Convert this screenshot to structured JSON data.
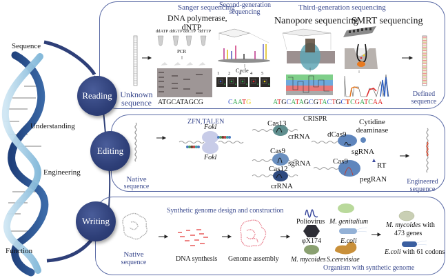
{
  "left_labels": {
    "sequence": "Sequence",
    "understanding": "Understanding",
    "engineering": "Engineering",
    "function": "Function"
  },
  "nodes": {
    "reading": "Reading",
    "editing": "Editing",
    "writing": "Writing"
  },
  "reading_panel": {
    "unknown_sequence": [
      "Unknown",
      "sequence"
    ],
    "defined_sequence": [
      "Defined",
      "sequence"
    ],
    "sanger": {
      "title": "Sanger sequencing",
      "reagents": [
        "DNA polymerase,",
        "dNTP"
      ],
      "tubes": [
        "ddATP",
        "ddGTP",
        "ddCTP",
        "ddTTP"
      ],
      "pcr": "PCR",
      "result": "ATGCATAGCG"
    },
    "second_gen": {
      "title": [
        "Second-generation",
        "sequencing"
      ],
      "cycle": "Cycle",
      "cycle_numbers": [
        "1",
        "2",
        "3",
        "4",
        "5"
      ],
      "cycle_dot_colors": [
        "#3b5bd0",
        "#2fa64a",
        "#2fa64a",
        "#e02828",
        "#e8d020"
      ],
      "result_letters": [
        {
          "ch": "C",
          "color": "#3b5bd0"
        },
        {
          "ch": "A",
          "color": "#2fa64a"
        },
        {
          "ch": "A",
          "color": "#2fa64a"
        },
        {
          "ch": "T",
          "color": "#e02828"
        },
        {
          "ch": "G",
          "color": "#e8d020"
        }
      ]
    },
    "third_gen": {
      "title": "Third-generation sequencing",
      "nanopore": {
        "title": "Nanopore sequencing",
        "result_letters": [
          {
            "ch": "A",
            "color": "#2fa64a"
          },
          {
            "ch": "T",
            "color": "#e02828"
          },
          {
            "ch": "G",
            "color": "#111111"
          },
          {
            "ch": "C",
            "color": "#3b5bd0"
          },
          {
            "ch": "A",
            "color": "#2fa64a"
          },
          {
            "ch": "T",
            "color": "#e02828"
          },
          {
            "ch": "A",
            "color": "#2fa64a"
          },
          {
            "ch": "G",
            "color": "#111111"
          },
          {
            "ch": "C",
            "color": "#3b5bd0"
          },
          {
            "ch": "G",
            "color": "#111111"
          },
          {
            "ch": "T",
            "color": "#e02828"
          },
          {
            "ch": "A",
            "color": "#2fa64a"
          },
          {
            "ch": "C",
            "color": "#3b5bd0"
          },
          {
            "ch": "T",
            "color": "#e02828"
          },
          {
            "ch": "G",
            "color": "#111111"
          },
          {
            "ch": "C",
            "color": "#3b5bd0"
          },
          {
            "ch": "T",
            "color": "#e02828"
          }
        ]
      },
      "smrt": {
        "title": "SMRT sequencing",
        "result_letters": [
          {
            "ch": "T",
            "color": "#e8702a"
          },
          {
            "ch": "C",
            "color": "#2fa64a"
          },
          {
            "ch": "G",
            "color": "#e02828"
          },
          {
            "ch": "A",
            "color": "#2fa64a"
          },
          {
            "ch": "T",
            "color": "#e02828"
          },
          {
            "ch": "C",
            "color": "#2fa64a"
          },
          {
            "ch": "A",
            "color": "#e02828"
          },
          {
            "ch": "A",
            "color": "#e02828"
          }
        ]
      }
    }
  },
  "editing_panel": {
    "zfn_title": "ZFN,TALEN",
    "fokl_top": "Fokl",
    "fokl_bottom": "Fokl",
    "crispr_title": "CRISPR",
    "cas13": "Cas13",
    "cas13_rna": "crRNA",
    "cas9": "Cas9",
    "cas9_rna": "sgRNA",
    "cas12": "Cas12",
    "cas12_rna": "crRNA",
    "dcas9": "dCas9",
    "cytidine": [
      "Cytidine",
      "deaminase"
    ],
    "dcas9_rna": "sgRNA",
    "prime_cas9": "Cas9",
    "rt": "RT",
    "pegrna": "pegRAN",
    "native_sequence": [
      "Native",
      "sequence"
    ],
    "engineered_sequence": [
      "Engineered",
      "sequence"
    ]
  },
  "writing_panel": {
    "title": "Synthetic genome design and construction",
    "native_sequence": [
      "Native",
      "sequence"
    ],
    "dna_synthesis": "DNA synthesis",
    "genome_assembly": "Genome assembly",
    "organisms": {
      "poliovirus": "Poliovirus",
      "phix174": "φX174",
      "m_mycoides": "M. mycoides",
      "m_genitalium": "M. genitalium",
      "e_coli": "E.coli",
      "s_cerevisiae": "S.cerevisiae"
    },
    "results": {
      "m_mycoides_italic": "M. mycoides",
      "m_mycoides_rest": " with",
      "m_mycoides_line2": "473 genes",
      "e_coli_italic": "E.coli",
      "e_coli_rest": " with 61 codons"
    },
    "footer": "Organism with synthetic genome"
  }
}
